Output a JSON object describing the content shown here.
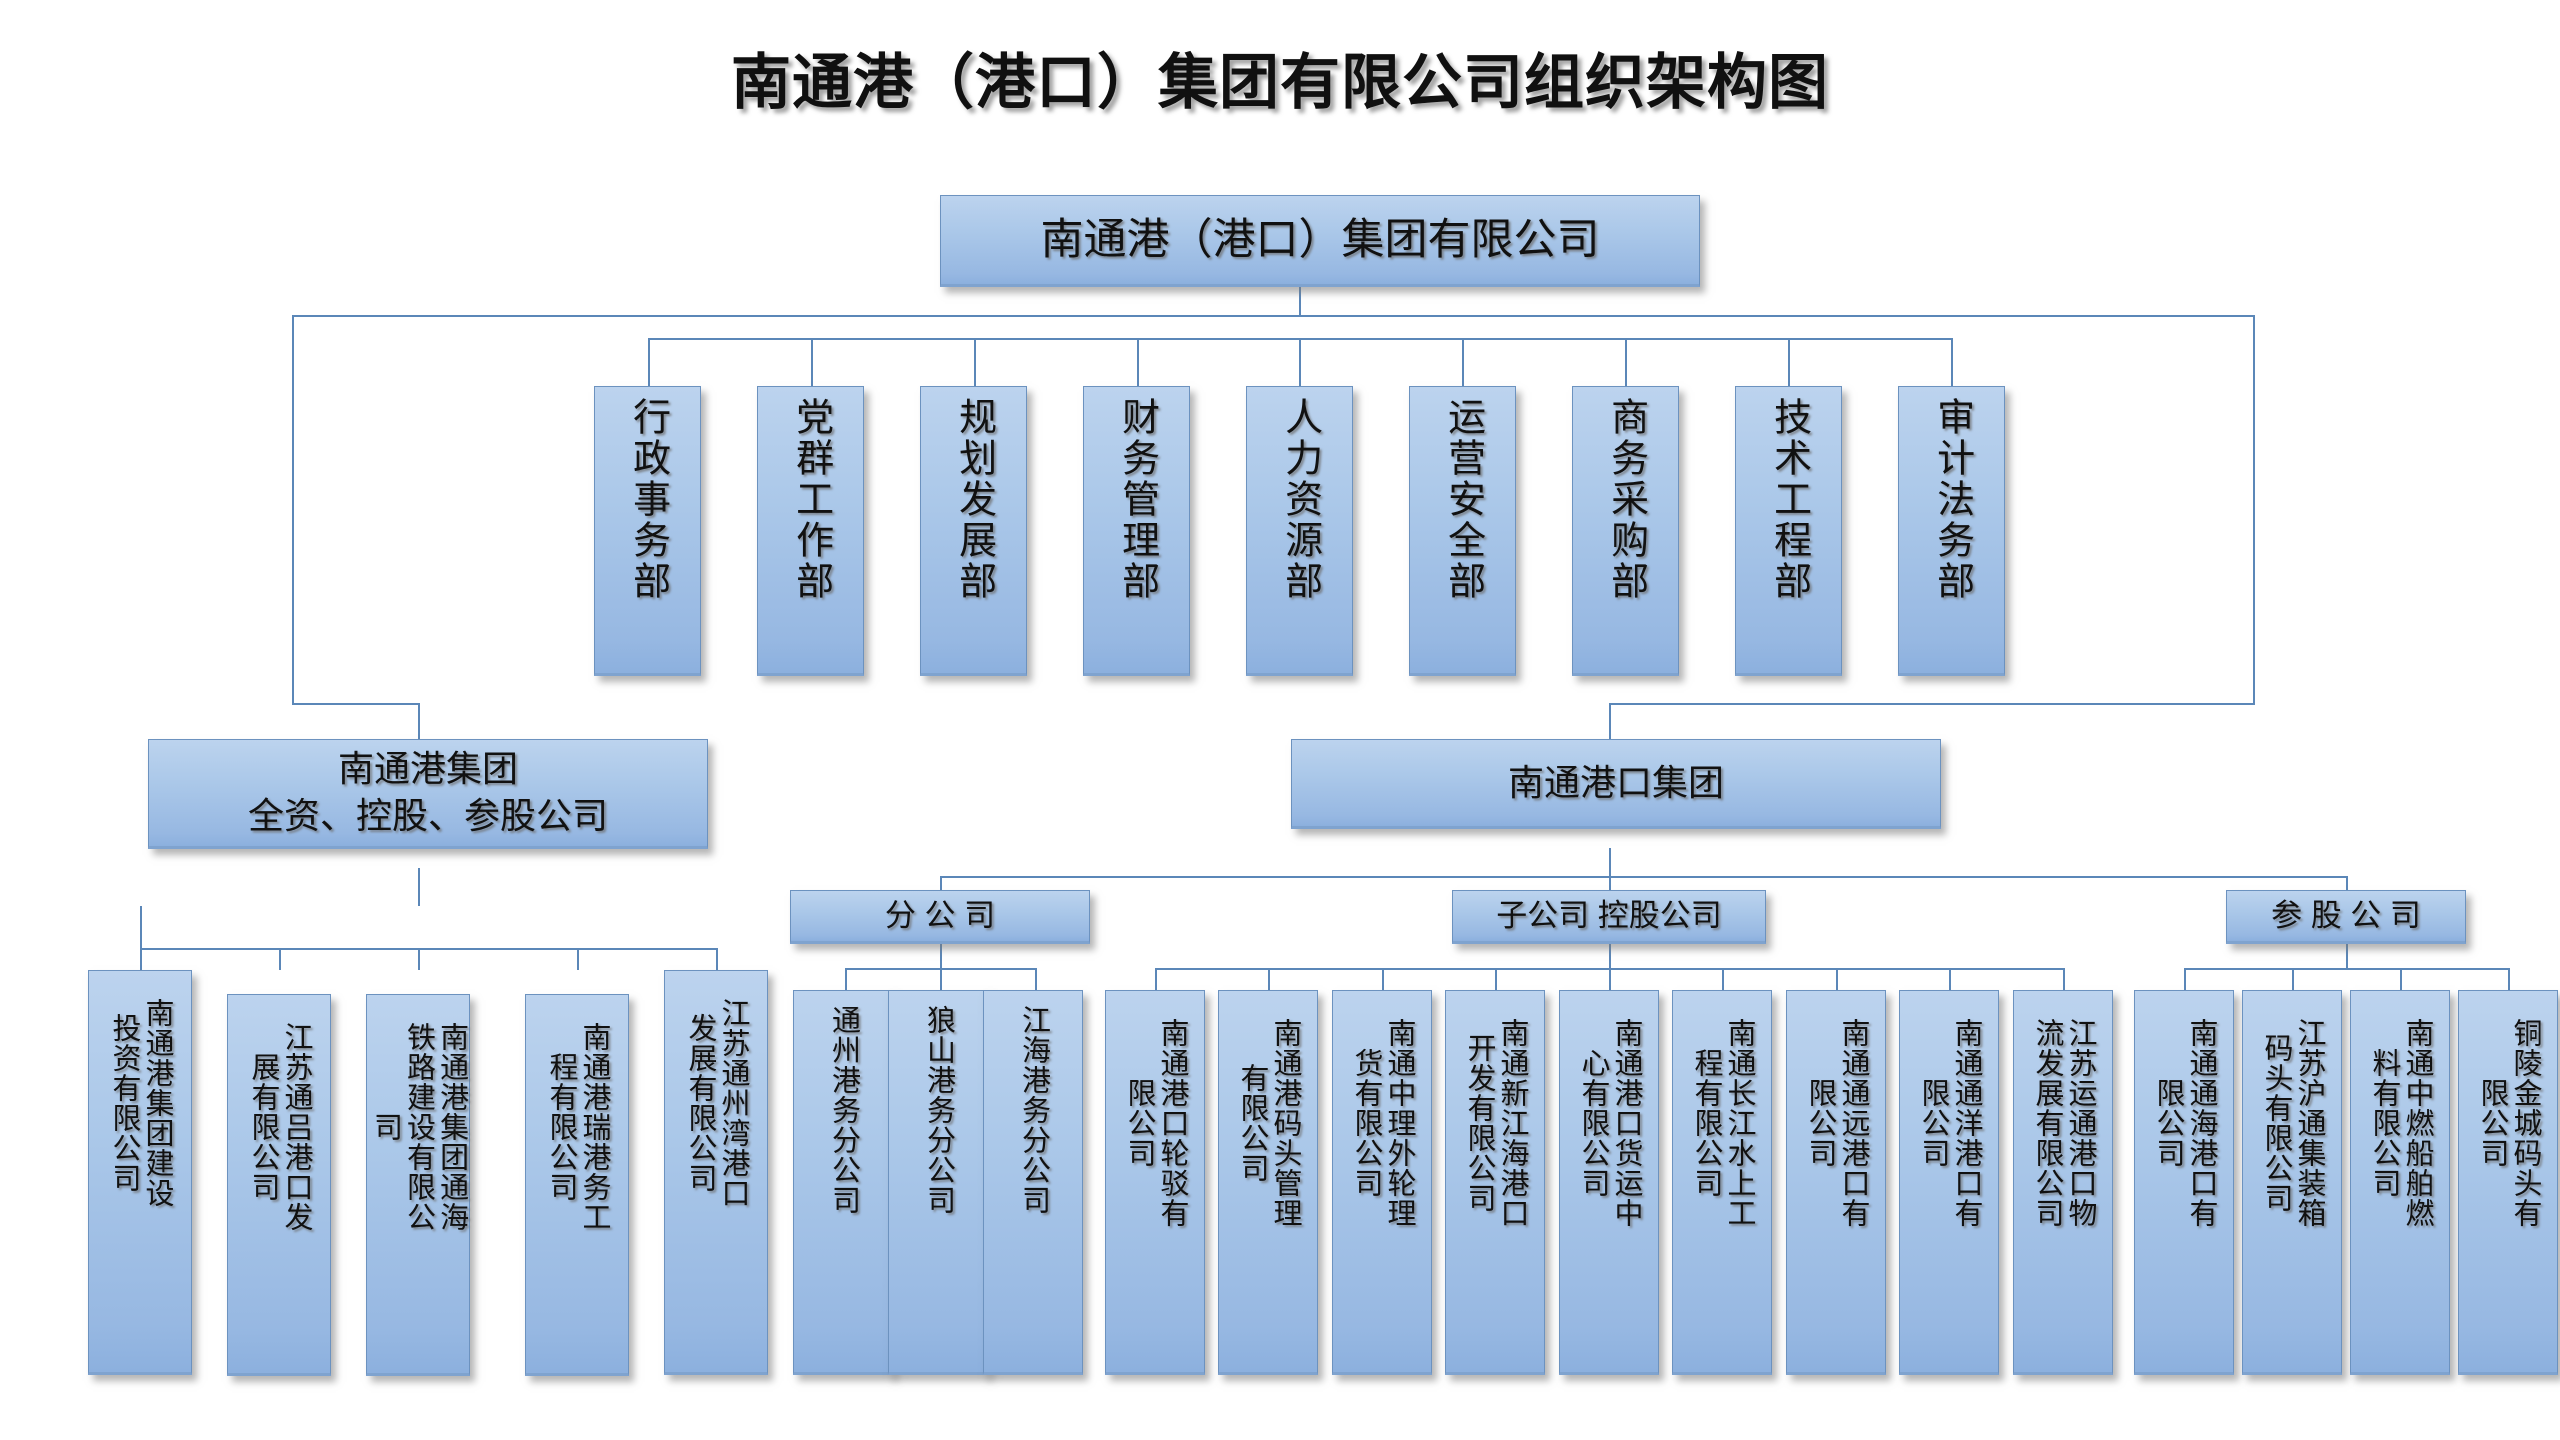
{
  "title": "南通港（港口）集团有限公司组织架构图",
  "colors": {
    "box_fill_top": "#bcd3ee",
    "box_fill_bottom": "#8cb0de",
    "box_border": "#6c92bf",
    "connector": "#5b87b8",
    "text": "#111111",
    "background": "#ffffff"
  },
  "root": {
    "label": "南通港（港口）集团有限公司"
  },
  "departments": [
    {
      "label": "行政事务部"
    },
    {
      "label": "党群工作部"
    },
    {
      "label": "规划发展部"
    },
    {
      "label": "财务管理部"
    },
    {
      "label": "人力资源部"
    },
    {
      "label": "运营安全部"
    },
    {
      "label": "商务采购部"
    },
    {
      "label": "技术工程部"
    },
    {
      "label": "审计法务部"
    }
  ],
  "groups": {
    "left": {
      "line1": "南通港集团",
      "line2": "全资、控股、参股公司"
    },
    "right": {
      "label": "南通港口集团"
    }
  },
  "categories": [
    {
      "label": "分 公 司"
    },
    {
      "label": "子公司   控股公司"
    },
    {
      "label": "参 股 公 司"
    }
  ],
  "left_group_children": [
    {
      "label": "南通港集团建设投资有限公司"
    },
    {
      "label": "江苏通吕港口发展有限公司"
    },
    {
      "label": "南通港集团通海铁路建设有限公司"
    },
    {
      "label": "南通港瑞港务工程有限公司"
    },
    {
      "label": "江苏通州湾港口发展有限公司"
    }
  ],
  "branch_children": [
    {
      "label": "通州港务分公司"
    },
    {
      "label": "狼山港务分公司"
    },
    {
      "label": "江海港务分公司"
    }
  ],
  "subsidiary_children": [
    {
      "label": "南通港口轮驳有限公司"
    },
    {
      "label": "南通港码头管理有限公司"
    },
    {
      "label": "南通中理外轮理货有限公司"
    },
    {
      "label": "南通新江海港口开发有限公司"
    },
    {
      "label": "南通港口货运中心有限公司"
    },
    {
      "label": "南通长江水上工程有限公司"
    },
    {
      "label": "南通通远港口有限公司"
    },
    {
      "label": "南通通洋港口有限公司"
    },
    {
      "label": "江苏运通港口物流发展有限公司"
    }
  ],
  "equity_children": [
    {
      "label": "南通通海港口有限公司"
    },
    {
      "label": "江苏沪通集装箱码头有限公司"
    },
    {
      "label": "南通中燃船舶燃料有限公司"
    },
    {
      "label": "铜陵金城码头有限公司"
    }
  ]
}
